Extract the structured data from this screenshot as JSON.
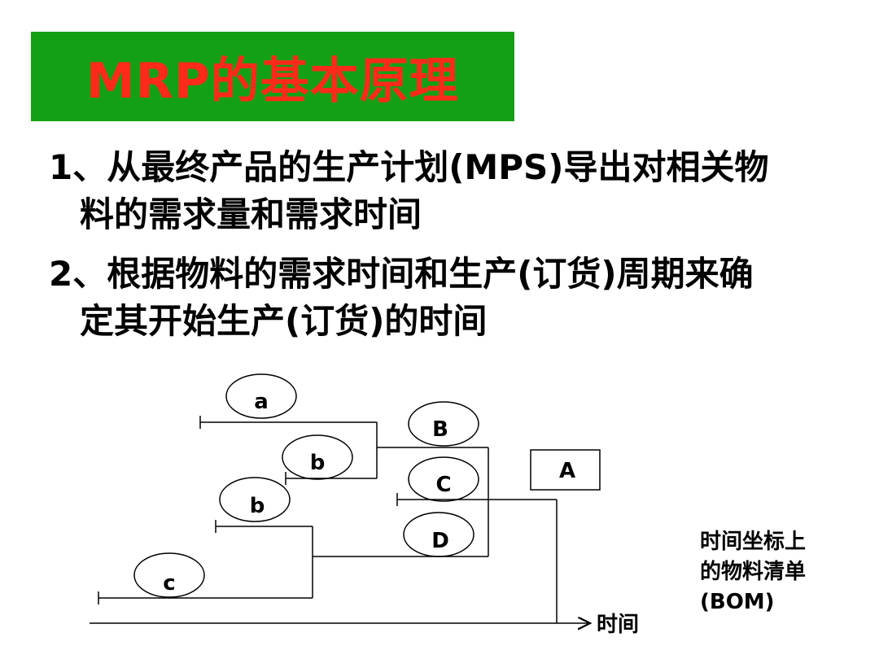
{
  "title": "MRP的基本原理",
  "points": [
    {
      "num": "1、",
      "line1": "从最终产品的生产计划(MPS)导出对相关物",
      "line2": "料的需求量和需求时间"
    },
    {
      "num": "2、",
      "line1": "根据物料的需求时间和生产(订货)周期来确",
      "line2": "定其开始生产(订货)的时间"
    }
  ],
  "diagram": {
    "nodes": {
      "a": "a",
      "B": "B",
      "b1": "b",
      "C": "C",
      "b2": "b",
      "D": "D",
      "c": "c",
      "A": "A"
    },
    "axis_label": "时间"
  },
  "caption": [
    "时间坐标上",
    "的物料清单",
    "(BOM)"
  ],
  "colors": {
    "title_bg": "#14a014",
    "title_text": "#ff2a1a"
  }
}
